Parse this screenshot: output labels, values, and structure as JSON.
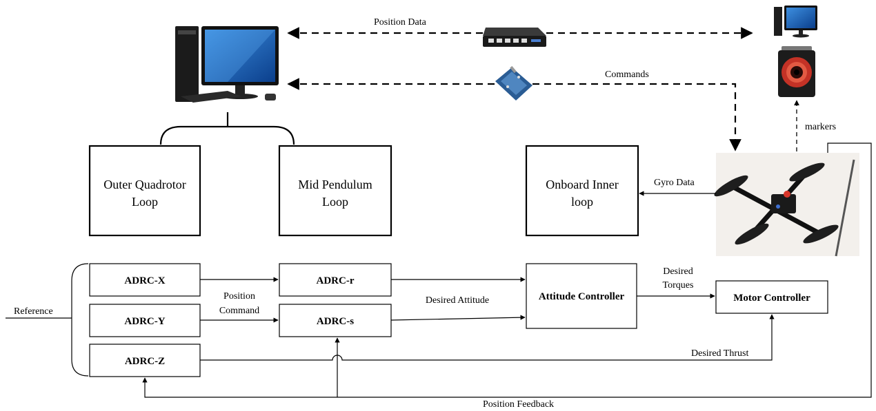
{
  "labels": {
    "position_data": "Position Data",
    "commands": "Commands",
    "markers": "markers",
    "gyro_data": "Gyro Data",
    "reference": "Reference",
    "position_command_1": "Position",
    "position_command_2": "Command",
    "desired_attitude": "Desired Attitude",
    "desired_torques_1": "Desired",
    "desired_torques_2": "Torques",
    "desired_thrust": "Desired Thrust",
    "position_feedback": "Position Feedback"
  },
  "loops": {
    "outer_1": "Outer Quadrotor",
    "outer_2": "Loop",
    "mid_1": "Mid Pendulum",
    "mid_2": "Loop",
    "inner_1": "Onboard Inner",
    "inner_2": "loop"
  },
  "controllers": {
    "adrc_x": "ADRC-X",
    "adrc_y": "ADRC-Y",
    "adrc_z": "ADRC-Z",
    "adrc_r": "ADRC-r",
    "adrc_s": "ADRC-s",
    "attitude": "Attitude Controller",
    "motor": "Motor Controller"
  },
  "icons": {
    "desktop": "desktop-computer-icon",
    "small_desktop": "small-desktop-icon",
    "router": "network-switch-icon",
    "radio": "wireless-module-icon",
    "camera": "motion-capture-camera-icon",
    "quadrotor": "quadrotor-photo-icon"
  }
}
